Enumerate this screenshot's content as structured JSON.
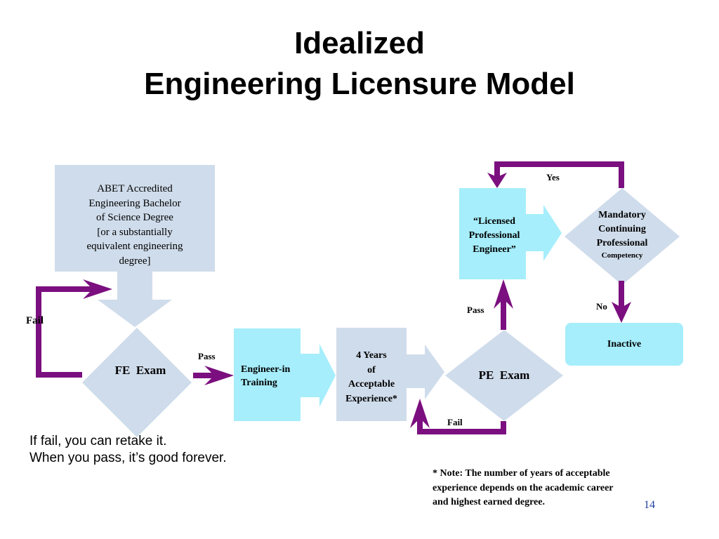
{
  "title": {
    "line1": "Idealized",
    "line2": "Engineering Licensure Model"
  },
  "nodes": {
    "abet": {
      "line1": "ABET Accredited",
      "line2": "Engineering Bachelor",
      "line3": "of Science Degree",
      "line4": "[or a substantially",
      "line5": "equivalent engineering",
      "line6": "degree]"
    },
    "fe_exam": "FE  Exam",
    "eit": {
      "line1": "Engineer-in",
      "line2": "Training"
    },
    "experience": {
      "line1": "4 Years",
      "line2": "of",
      "line3": "Acceptable",
      "line4": "Experience*"
    },
    "pe_exam": "PE  Exam",
    "licensed": {
      "line1": "“Licensed",
      "line2": "Professional",
      "line3": "Engineer”"
    },
    "mcpc": {
      "line1": "Mandatory",
      "line2": "Continuing",
      "line3": "Professional",
      "line4": "Competency"
    },
    "inactive": "Inactive"
  },
  "edge_labels": {
    "fe_fail": "Fail",
    "fe_pass": "Pass",
    "pe_pass": "Pass",
    "pe_fail": "Fail",
    "mcpc_yes": "Yes",
    "mcpc_no": "No"
  },
  "notes": {
    "retake_line1": "If fail, you can retake it.",
    "retake_line2": "When you pass, it’s good forever.",
    "footnote_line1": "* Note: The number of years of acceptable",
    "footnote_line2": "experience depends on the academic career",
    "footnote_line3": "and highest earned degree."
  },
  "page_number": "14",
  "colors": {
    "box_light_blue_gray": "#cfdceb",
    "box_cyan": "#a6eefb",
    "arrow_purple": "#7b0f7f",
    "page_number": "#1f3fa0"
  }
}
